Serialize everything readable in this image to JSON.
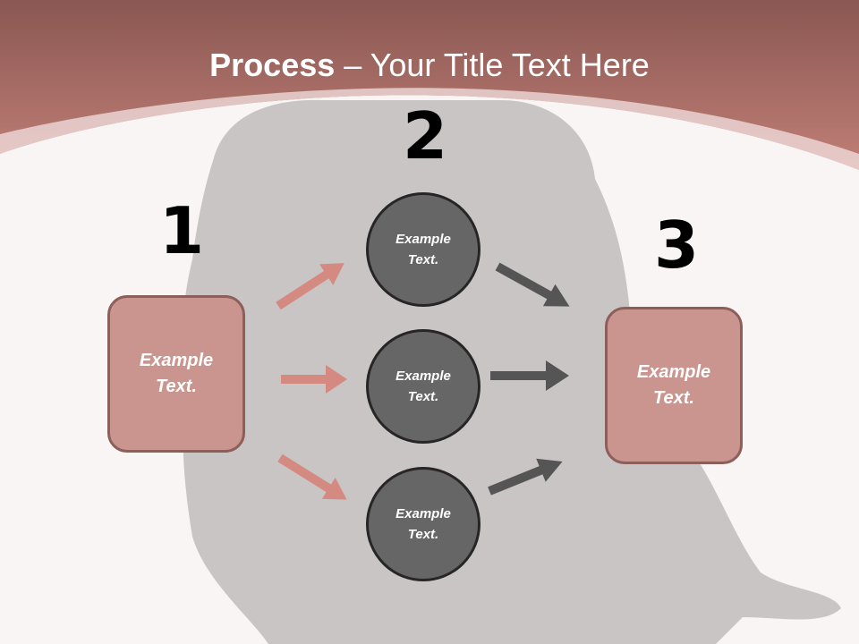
{
  "title": {
    "bold": "Process",
    "separator": " – ",
    "rest": "Your Title Text Here"
  },
  "steps": {
    "one": "1",
    "two": "2",
    "three": "3"
  },
  "nodes": {
    "left_box": "Example\nText.",
    "circle_top": "Example\nText.",
    "circle_middle": "Example\nText.",
    "circle_bottom": "Example\nText.",
    "right_box": "Example\nText."
  },
  "colors": {
    "header": "#b3726a",
    "box_fill": "#c9958e",
    "box_border": "#8c5f5b",
    "circle_fill": "#666666",
    "circle_border": "#262626",
    "arrow_in": "#d48a80",
    "arrow_out": "#555555"
  }
}
